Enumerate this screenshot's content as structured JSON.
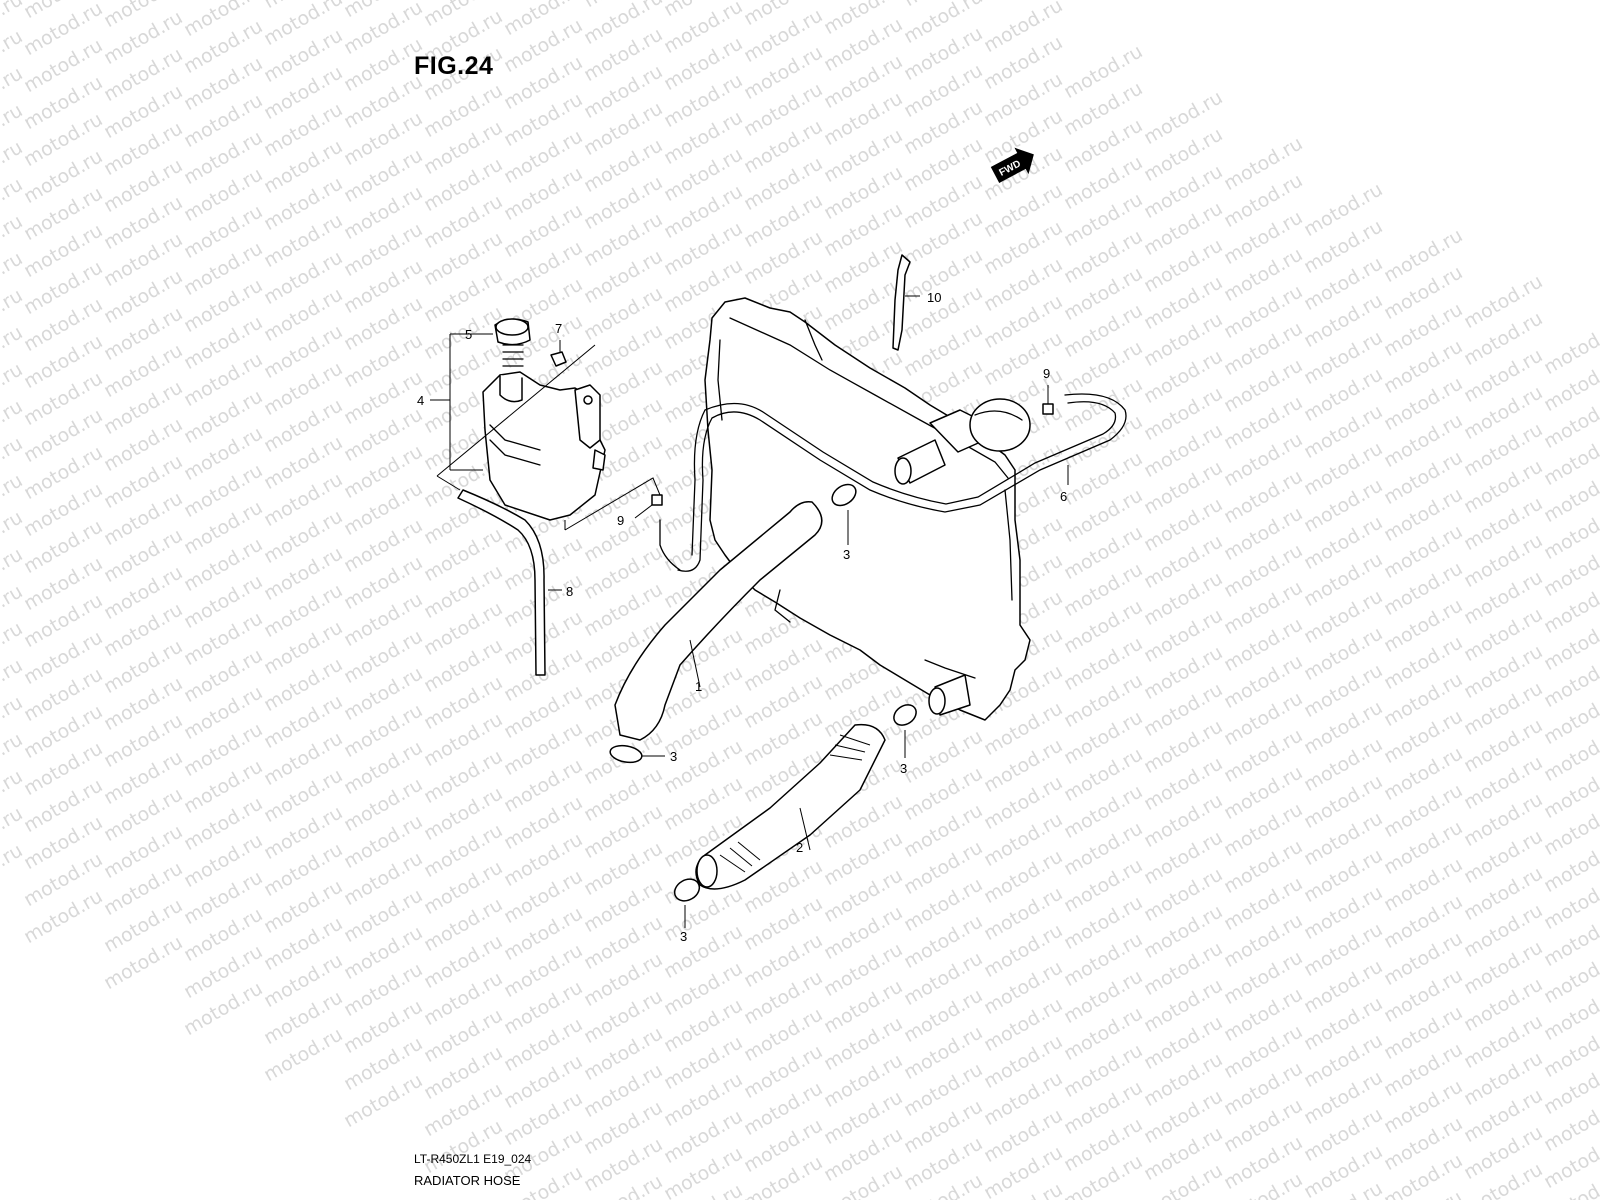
{
  "figure": {
    "title": "FIG.24",
    "code": "LT-R450ZL1 E19_024",
    "name": "RADIATOR HOSE"
  },
  "direction_badge": "FWD",
  "watermark": "motod.ru",
  "callouts": {
    "c1": "1",
    "c2": "2",
    "c3a": "3",
    "c3b": "3",
    "c3c": "3",
    "c3d": "3",
    "c4": "4",
    "c5": "5",
    "c6": "6",
    "c7": "7",
    "c8": "8",
    "c9a": "9",
    "c9b": "9",
    "c10": "10"
  },
  "colors": {
    "line": "#000000",
    "watermark": "#d8d8d8",
    "background": "#ffffff"
  }
}
